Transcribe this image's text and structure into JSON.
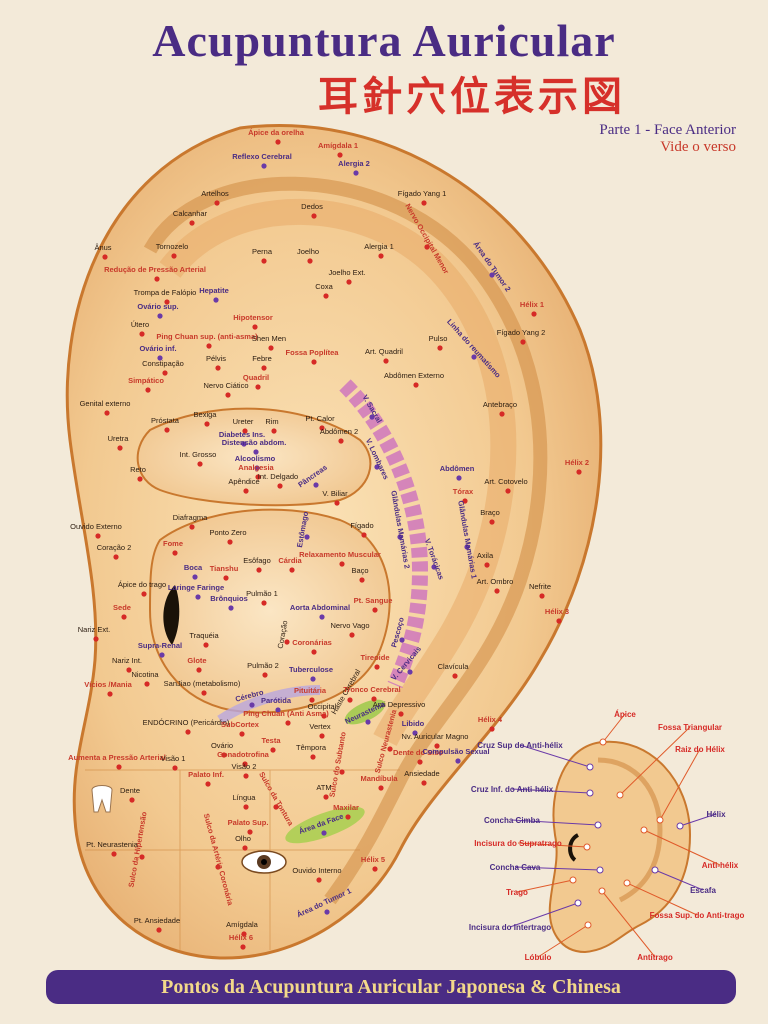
{
  "header": {
    "title": "Acupuntura Auricular",
    "subtitle_cjk": "耳針穴位表示図",
    "part": "Parte 1 - Face Anterior",
    "see_back": "Vide o verso"
  },
  "colors": {
    "purple": "#4a2c84",
    "red": "#c8392a",
    "ear_fill": "#f2c990",
    "ear_outline": "#c9782e"
  },
  "main_points": [
    {
      "id": "apice-orelha",
      "label": "Ápice da orelha",
      "color": "red"
    },
    {
      "id": "amigdala-1",
      "label": "Amígdala 1",
      "color": "red"
    },
    {
      "id": "reflexo-cerebral",
      "label": "Reflexo Cerebral",
      "color": "purple"
    },
    {
      "id": "alergia-2",
      "label": "Alergia 2",
      "color": "purple"
    },
    {
      "id": "artelhos",
      "label": "Artelhos",
      "color": "dark"
    },
    {
      "id": "dedos",
      "label": "Dedos",
      "color": "dark"
    },
    {
      "id": "figado-yang-1",
      "label": "Fígado Yang 1",
      "color": "dark"
    },
    {
      "id": "calcanhar",
      "label": "Calcanhar",
      "color": "dark"
    },
    {
      "id": "nervo-occipital-menor",
      "label": "Nervo Occipital Menor",
      "color": "red"
    },
    {
      "id": "area-tumor-2",
      "label": "Área do Tumor 2",
      "color": "purple"
    },
    {
      "id": "anus",
      "label": "Ânus",
      "color": "dark"
    },
    {
      "id": "tornozelo",
      "label": "Tornozelo",
      "color": "dark"
    },
    {
      "id": "perna",
      "label": "Perna",
      "color": "dark"
    },
    {
      "id": "joelho",
      "label": "Joelho",
      "color": "dark"
    },
    {
      "id": "alergia-1",
      "label": "Alergia 1",
      "color": "dark"
    },
    {
      "id": "reducao-pressao",
      "label": "Redução de Pressão Arterial",
      "color": "red"
    },
    {
      "id": "joelho-ext",
      "label": "Joelho Ext.",
      "color": "dark"
    },
    {
      "id": "trompa-falopio",
      "label": "Trompa de Falópio",
      "color": "dark"
    },
    {
      "id": "hepatite",
      "label": "Hepatite",
      "color": "purple"
    },
    {
      "id": "coxa",
      "label": "Coxa",
      "color": "dark"
    },
    {
      "id": "helix-1",
      "label": "Hélix 1",
      "color": "red"
    },
    {
      "id": "ovario-sup",
      "label": "Ovário sup.",
      "color": "purple"
    },
    {
      "id": "hipotensor",
      "label": "Hipotensor",
      "color": "red"
    },
    {
      "id": "figado-yang-2",
      "label": "Fígado Yang 2",
      "color": "dark"
    },
    {
      "id": "utero",
      "label": "Útero",
      "color": "dark"
    },
    {
      "id": "ping-chuan-sup",
      "label": "Ping Chuan sup. (anti-asma)",
      "color": "red"
    },
    {
      "id": "ovario-inf",
      "label": "Ovário inf.",
      "color": "purple"
    },
    {
      "id": "shen-men",
      "label": "Shen Men",
      "color": "dark"
    },
    {
      "id": "fossa-poplitea",
      "label": "Fossa Poplítea",
      "color": "red"
    },
    {
      "id": "art-quadril",
      "label": "Art. Quadril",
      "color": "dark"
    },
    {
      "id": "pulso",
      "label": "Pulso",
      "color": "dark"
    },
    {
      "id": "linha-reumatismo",
      "label": "Linha do reumatismo",
      "color": "purple"
    },
    {
      "id": "constipacao",
      "label": "Constipação",
      "color": "dark"
    },
    {
      "id": "pelvis",
      "label": "Pélvis",
      "color": "dark"
    },
    {
      "id": "febre",
      "label": "Febre",
      "color": "dark"
    },
    {
      "id": "simpatico",
      "label": "Simpático",
      "color": "red"
    },
    {
      "id": "quadril",
      "label": "Quadril",
      "color": "red"
    },
    {
      "id": "nervo-ciatico",
      "label": "Nervo Ciático",
      "color": "dark"
    },
    {
      "id": "abdomen-externo",
      "label": "Abdômen Externo",
      "color": "dark"
    },
    {
      "id": "genital-externo",
      "label": "Genital externo",
      "color": "dark"
    },
    {
      "id": "antebraco",
      "label": "Antebraço",
      "color": "dark"
    },
    {
      "id": "prostata",
      "label": "Próstata",
      "color": "dark"
    },
    {
      "id": "bexiga",
      "label": "Bexiga",
      "color": "dark"
    },
    {
      "id": "ureter",
      "label": "Ureter",
      "color": "dark"
    },
    {
      "id": "rim",
      "label": "Rim",
      "color": "dark"
    },
    {
      "id": "pt-calor",
      "label": "Pt. Calor",
      "color": "dark"
    },
    {
      "id": "uretra",
      "label": "Uretra",
      "color": "dark"
    },
    {
      "id": "diabetes-ins",
      "label": "Diabetes Ins.",
      "color": "purple"
    },
    {
      "id": "distensao-abdom",
      "label": "Distensão abdom.",
      "color": "purple"
    },
    {
      "id": "abdomen-2",
      "label": "Abdômen 2",
      "color": "dark"
    },
    {
      "id": "v-sacral",
      "label": "V. Sacral",
      "color": "purple"
    },
    {
      "id": "v-lombares",
      "label": "V. Lombares",
      "color": "purple"
    },
    {
      "id": "helix-2",
      "label": "Hélix 2",
      "color": "red"
    },
    {
      "id": "int-grosso",
      "label": "Int. Grosso",
      "color": "dark"
    },
    {
      "id": "alcoolismo",
      "label": "Alcoolismo",
      "color": "purple"
    },
    {
      "id": "abdomen",
      "label": "Abdômen",
      "color": "purple"
    },
    {
      "id": "reto",
      "label": "Reto",
      "color": "dark"
    },
    {
      "id": "analgesia",
      "label": "Analgesia",
      "color": "red"
    },
    {
      "id": "int-delgado",
      "label": "Int. Delgado",
      "color": "dark"
    },
    {
      "id": "pancreas",
      "label": "Pâncreas",
      "color": "purple"
    },
    {
      "id": "torax",
      "label": "Tórax",
      "color": "red"
    },
    {
      "id": "art-cotovelo",
      "label": "Art. Cotovelo",
      "color": "dark"
    },
    {
      "id": "apendice",
      "label": "Apêndice",
      "color": "dark"
    },
    {
      "id": "v-biliar",
      "label": "V. Biliar",
      "color": "dark"
    },
    {
      "id": "diafragma",
      "label": "Diafragma",
      "color": "dark"
    },
    {
      "id": "estomago",
      "label": "Estômago",
      "color": "purple"
    },
    {
      "id": "figado",
      "label": "Fígado",
      "color": "dark"
    },
    {
      "id": "glandulas-mamarias-2",
      "label": "Glândulas Mamárias 2",
      "color": "purple"
    },
    {
      "id": "braco",
      "label": "Braço",
      "color": "dark"
    },
    {
      "id": "ouvido-externo",
      "label": "Ouvido Externo",
      "color": "dark"
    },
    {
      "id": "ponto-zero",
      "label": "Ponto Zero",
      "color": "dark"
    },
    {
      "id": "v-toracicas",
      "label": "V. Torácicas",
      "color": "purple"
    },
    {
      "id": "glandulas-mamarias-1",
      "label": "Glândulas Mamárias 1",
      "color": "purple"
    },
    {
      "id": "coracao-2",
      "label": "Coração 2",
      "color": "dark"
    },
    {
      "id": "fome",
      "label": "Fome",
      "color": "red"
    },
    {
      "id": "esofago",
      "label": "Esôfago",
      "color": "dark"
    },
    {
      "id": "cardia",
      "label": "Cárdia",
      "color": "red"
    },
    {
      "id": "relaxamento-muscular",
      "label": "Relaxamento Muscular",
      "color": "red"
    },
    {
      "id": "axila",
      "label": "Axila",
      "color": "dark"
    },
    {
      "id": "boca",
      "label": "Boca",
      "color": "purple"
    },
    {
      "id": "tianshu",
      "label": "Tianshu",
      "color": "red"
    },
    {
      "id": "baco",
      "label": "Baço",
      "color": "dark"
    },
    {
      "id": "art-ombro",
      "label": "Art. Ombro",
      "color": "dark"
    },
    {
      "id": "nefrite",
      "label": "Nefrite",
      "color": "dark"
    },
    {
      "id": "apice-trago",
      "label": "Ápice do trago",
      "color": "dark"
    },
    {
      "id": "laringe-faringe",
      "label": "Laringe Faringe",
      "color": "purple"
    },
    {
      "id": "bronquios",
      "label": "Brônquios",
      "color": "purple"
    },
    {
      "id": "pulmao-1",
      "label": "Pulmão 1",
      "color": "dark"
    },
    {
      "id": "pt-sangue",
      "label": "Pt. Sangue",
      "color": "red"
    },
    {
      "id": "sede",
      "label": "Sede",
      "color": "red"
    },
    {
      "id": "aorta-abdominal",
      "label": "Aorta Abdominal",
      "color": "purple"
    },
    {
      "id": "helix-3",
      "label": "Hélix 3",
      "color": "red"
    },
    {
      "id": "nariz-ext",
      "label": "Nariz Ext.",
      "color": "dark"
    },
    {
      "id": "traqueia",
      "label": "Traquéia",
      "color": "dark"
    },
    {
      "id": "coracao",
      "label": "Coração",
      "color": "dark"
    },
    {
      "id": "nervo-vago",
      "label": "Nervo Vago",
      "color": "dark"
    },
    {
      "id": "supra-renal",
      "label": "Supra-Renal",
      "color": "purple"
    },
    {
      "id": "pescoco",
      "label": "Pescoço",
      "color": "purple"
    },
    {
      "id": "coronarias",
      "label": "Coronárias",
      "color": "red"
    },
    {
      "id": "nariz-int",
      "label": "Nariz Int.",
      "color": "dark"
    },
    {
      "id": "glote",
      "label": "Glote",
      "color": "red"
    },
    {
      "id": "pulmao-2",
      "label": "Pulmão 2",
      "color": "dark"
    },
    {
      "id": "tuberculose",
      "label": "Tuberculose",
      "color": "purple"
    },
    {
      "id": "nicotina",
      "label": "Nicotina",
      "color": "dark"
    },
    {
      "id": "tireoide",
      "label": "Tireoide",
      "color": "red"
    },
    {
      "id": "v-cervicais",
      "label": "V. Cervicais",
      "color": "purple"
    },
    {
      "id": "clavicula",
      "label": "Clavícula",
      "color": "dark"
    },
    {
      "id": "vicios-manias",
      "label": "Vícios /Mania",
      "color": "red"
    },
    {
      "id": "sanjiao",
      "label": "SanJiao (metabolismo)",
      "color": "dark"
    },
    {
      "id": "cerebro",
      "label": "Cérebro",
      "color": "purple"
    },
    {
      "id": "pituitaria",
      "label": "Pituitária",
      "color": "red"
    },
    {
      "id": "haste-cerebral",
      "label": "Haste Cerebral",
      "color": "dark"
    },
    {
      "id": "tronco-cerebral",
      "label": "Tronco Cerebral",
      "color": "red"
    },
    {
      "id": "parotida",
      "label": "Parótida",
      "color": "purple"
    },
    {
      "id": "anti-depressivo",
      "label": "Anti Depressivo",
      "color": "dark"
    },
    {
      "id": "endocrino",
      "label": "ENDÓCRINO (Pericárdio)",
      "color": "dark"
    },
    {
      "id": "subcortex",
      "label": "SubCortex",
      "color": "red"
    },
    {
      "id": "ping-chuan",
      "label": "Ping Chuan (Anti Asma)",
      "color": "red"
    },
    {
      "id": "occipital",
      "label": "Occipital",
      "color": "dark"
    },
    {
      "id": "neurastenia",
      "label": "Neurastenia",
      "color": "purple"
    },
    {
      "id": "libido",
      "label": "Libido",
      "color": "purple"
    },
    {
      "id": "vertex",
      "label": "Vertex",
      "color": "dark"
    },
    {
      "id": "sulco-neurastenia",
      "label": "Sulco Neurastenia",
      "color": "red"
    },
    {
      "id": "nv-auricular-magno",
      "label": "Nv. Auricular Magno",
      "color": "dark"
    },
    {
      "id": "helix-4",
      "label": "Hélix 4",
      "color": "red"
    },
    {
      "id": "ovario",
      "label": "Ovário",
      "color": "dark"
    },
    {
      "id": "testa",
      "label": "Testa",
      "color": "red"
    },
    {
      "id": "dente-siso",
      "label": "Dente do Siso",
      "color": "red"
    },
    {
      "id": "compulsao-sexual",
      "label": "Compulsão Sexual",
      "color": "purple"
    },
    {
      "id": "aumenta-pressao",
      "label": "Aumenta a Pressão Arterial",
      "color": "red"
    },
    {
      "id": "gonadotrofina",
      "label": "Gonadotrofina",
      "color": "red"
    },
    {
      "id": "tempora",
      "label": "Têmpora",
      "color": "dark"
    },
    {
      "id": "sulco-subtanto",
      "label": "Sulco do Subtanto",
      "color": "red"
    },
    {
      "id": "visao-1",
      "label": "Visão 1",
      "color": "dark"
    },
    {
      "id": "visao-2",
      "label": "Visão 2",
      "color": "dark"
    },
    {
      "id": "palato-inf",
      "label": "Palato Inf.",
      "color": "red"
    },
    {
      "id": "mandibula",
      "label": "Mandíbula",
      "color": "red"
    },
    {
      "id": "ansiedade",
      "label": "Ansiedade",
      "color": "dark"
    },
    {
      "id": "dente",
      "label": "Dente",
      "color": "dark"
    },
    {
      "id": "lingua",
      "label": "Língua",
      "color": "dark"
    },
    {
      "id": "atm",
      "label": "ATM",
      "color": "dark"
    },
    {
      "id": "sulco-tontura",
      "label": "Sulco da Tontura",
      "color": "red"
    },
    {
      "id": "maxilar",
      "label": "Maxilar",
      "color": "red"
    },
    {
      "id": "area-face",
      "label": "Área da Face",
      "color": "purple"
    },
    {
      "id": "palato-sup",
      "label": "Palato Sup.",
      "color": "red"
    },
    {
      "id": "sulco-hipertensao",
      "label": "Sulco da Hipertensão",
      "color": "red"
    },
    {
      "id": "pt-neurastenia",
      "label": "Pt. Neurastenia",
      "color": "dark"
    },
    {
      "id": "olho",
      "label": "Olho",
      "color": "dark"
    },
    {
      "id": "ouvido-interno",
      "label": "Ouvido Interno",
      "color": "dark"
    },
    {
      "id": "helix-5",
      "label": "Hélix 5",
      "color": "red"
    },
    {
      "id": "sulco-arteria-coronaria",
      "label": "Sulco da Artéria Coronária",
      "color": "red"
    },
    {
      "id": "area-tumor-1",
      "label": "Área do Tumor 1",
      "color": "purple"
    },
    {
      "id": "pt-ansiedade",
      "label": "Pt. Ansiedade",
      "color": "dark"
    },
    {
      "id": "amigdala",
      "label": "Amígdala",
      "color": "dark"
    },
    {
      "id": "helix-6",
      "label": "Hélix 6",
      "color": "red"
    }
  ],
  "mini_labels": [
    {
      "id": "apice",
      "label": "Ápice"
    },
    {
      "id": "fossa-triangular",
      "label": "Fossa Triangular"
    },
    {
      "id": "raiz-helix",
      "label": "Raiz do Hélix"
    },
    {
      "id": "cruz-sup",
      "label": "Cruz Sup do Anti-hélix"
    },
    {
      "id": "cruz-inf",
      "label": "Cruz Inf. do Anti-hélix"
    },
    {
      "id": "helix",
      "label": "Hélix"
    },
    {
      "id": "concha-cimba",
      "label": "Concha Cimba"
    },
    {
      "id": "incisura-supratrago",
      "label": "Incisura do Supratrago"
    },
    {
      "id": "anti-helix",
      "label": "Anti-hélix"
    },
    {
      "id": "concha-cava",
      "label": "Concha Cava"
    },
    {
      "id": "escafa",
      "label": "Escafa"
    },
    {
      "id": "trago",
      "label": "Trago"
    },
    {
      "id": "fossa-sup-antitrago",
      "label": "Fossa Sup. do Anti-trago"
    },
    {
      "id": "incisura-intertrago",
      "label": "Incisura do Intertrago"
    },
    {
      "id": "lobulo",
      "label": "Lóbulo"
    },
    {
      "id": "antitrago",
      "label": "Antitrago"
    }
  ],
  "footer": "Pontos da Acupuntura Auricular Japonesa & Chinesa"
}
